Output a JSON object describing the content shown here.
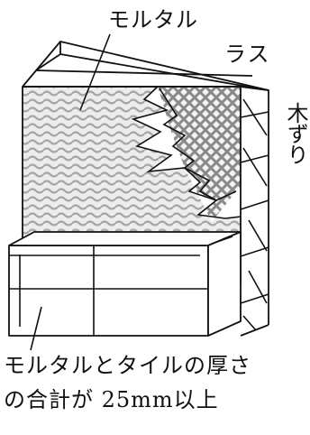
{
  "labels": {
    "mortar": "モルタル",
    "lath": "ラス",
    "kizuri": "木ずり"
  },
  "caption": {
    "line1": "モルタルとタイルの厚さ",
    "line2": "の合計が 25mm以上"
  },
  "colors": {
    "line": "#111111",
    "mortar_wave": "#a4a4a4",
    "mortar_bg": "#ececec",
    "lath_mesh": "#8a8a8a"
  }
}
